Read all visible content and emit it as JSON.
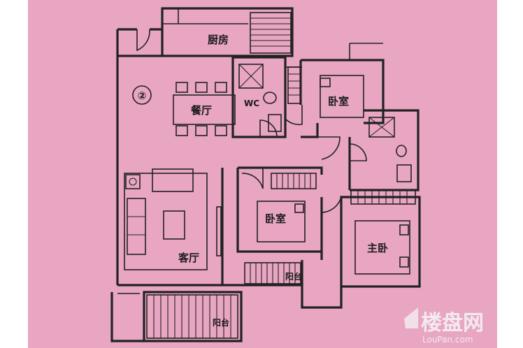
{
  "plan": {
    "background_color": "#e8a6c3",
    "margin_color": "#ffffff",
    "unit_marker": "②",
    "rooms": {
      "kitchen": "厨房",
      "dining": "餐厅",
      "wc": "WC",
      "bedroom_north": "卧室",
      "bedroom_middle": "卧室",
      "master_bedroom": "主卧",
      "living_room": "客厅",
      "balcony_small": "阳台",
      "balcony_large": "阳台"
    }
  },
  "watermark": {
    "brand": "楼盘网",
    "url": "LouPan.com"
  }
}
